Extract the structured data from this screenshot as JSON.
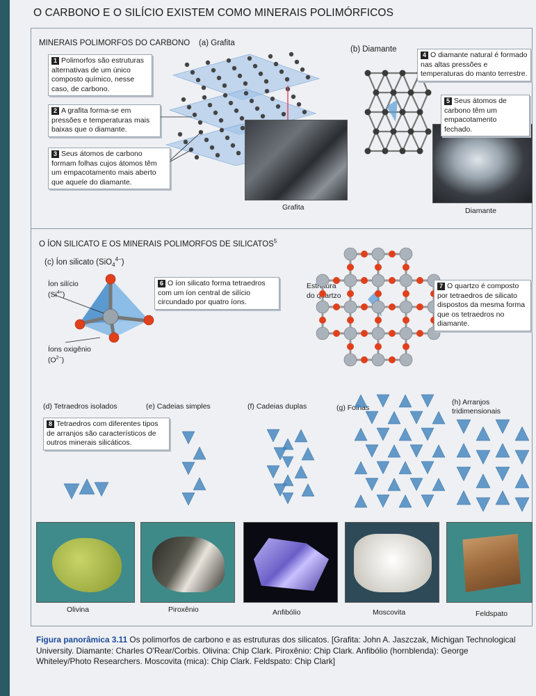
{
  "header": {
    "title": "O CARBONO E O SILÍCIO EXISTEM COMO MINERAIS POLIMÓRFICOS"
  },
  "carbon": {
    "subtitle": "MINERAIS POLIMORFOS DO CARBONO",
    "grafita_label": "(a) Grafita",
    "diamante_label": "(b) Diamante",
    "photo_grafita": "Grafita",
    "photo_diamante": "Diamante",
    "callouts": [
      {
        "num": "1",
        "text": "Polimorfos são estruturas alternativas de um único composto químico, nesse caso, de carbono."
      },
      {
        "num": "2",
        "text": "A grafita forma-se em pressões e temperaturas mais baixas que o diamante."
      },
      {
        "num": "3",
        "text": "Seus átomos de carbono formam folhas cujos átomos têm um empacotamento mais aberto que aquele do diamante."
      },
      {
        "num": "4",
        "text": "O diamante natural é formado nas altas pressões e temperaturas do manto terrestre."
      },
      {
        "num": "5",
        "text": "Seus átomos de carbono têm um empacotamento fechado."
      }
    ]
  },
  "silicate": {
    "subtitle": "O ÍON SILICATO E OS MINERAIS POLIMORFOS DE SILICATOS",
    "subtitle_sup": "5",
    "ion_label": "(c) Íon silicato (SiO",
    "ion_sub": "4",
    "ion_sup": "4−",
    "ion_close": ")",
    "ion_silicio": "Íon silício",
    "ion_silicio_formula": "(Si",
    "ion_silicio_sup": "4+",
    "ion_oxigenio": "Íons oxigênio",
    "ion_oxigenio_formula": "(O",
    "ion_oxigenio_sup": "2−",
    "estrutura_1": "Estrutura",
    "estrutura_2": "do quartzo",
    "callouts": [
      {
        "num": "6",
        "text": "O íon silicato forma tetraedros com um íon central de silício circundado por quatro íons."
      },
      {
        "num": "7",
        "text": "O quartzo é composto por tetraedros de silicato dispostos da mesma forma que os tetraedros no diamante."
      },
      {
        "num": "8",
        "text": "Tetraedros com diferentes tipos de arranjos são característicos de outros minerais silicáticos."
      }
    ]
  },
  "arrangements": [
    {
      "id": "d",
      "label": "(d) Tetraedros isolados"
    },
    {
      "id": "e",
      "label": "(e) Cadeias simples"
    },
    {
      "id": "f",
      "label": "(f) Cadeias duplas"
    },
    {
      "id": "g",
      "label": "(g) Folhas"
    },
    {
      "id": "h",
      "label": "(h) Arranjos tridimensionais"
    }
  ],
  "minerals": [
    {
      "name": "Olivina",
      "color": "#a8b848"
    },
    {
      "name": "Piroxênio",
      "color": "#4a4a40"
    },
    {
      "name": "Anfibólio",
      "color": "#7a6fd0"
    },
    {
      "name": "Moscovita",
      "color": "#d8d4cc"
    },
    {
      "name": "Feldspato",
      "color": "#9c6a3c"
    }
  ],
  "caption": {
    "figure": "Figura panorâmica 3.11",
    "text": " Os polimorfos de carbono e as estruturas dos silicatos. [Grafita: John A. Jaszczak, Michigan Technological University. Diamante: Charles O'Rear/Corbis. Olivina: Chip Clark. Piroxênio: Chip Clark. Anfibólio (hornblenda): George Whiteley/Photo Researchers. Moscovita (mica): Chip Clark. Feldspato: Chip Clark]"
  },
  "colors": {
    "tetra": "#4a8ac0",
    "oxygen": "#e0401c",
    "carbon": "#555555",
    "accent": "#1f4a9a"
  }
}
